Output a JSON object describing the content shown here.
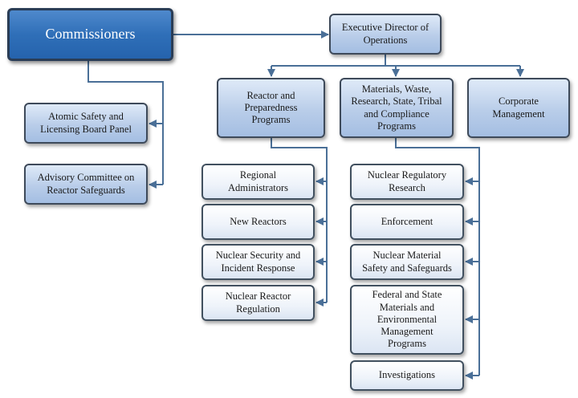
{
  "nodes": {
    "commissioners": "Commissioners",
    "edo": "Executive Director of\nOperations",
    "aslbp": "Atomic Safety and\nLicensing Board Panel",
    "acrs": "Advisory Committee on\nReactor Safeguards",
    "reactor": "Reactor and\nPreparedness\nPrograms",
    "materials": "Materials, Waste,\nResearch, State, Tribal\nand Compliance\nPrograms",
    "corporate": "Corporate\nManagement",
    "regional": "Regional\nAdministrators",
    "new_reactors": "New Reactors",
    "nsir": "Nuclear Security and\nIncident Response",
    "nrr": "Nuclear Reactor\nRegulation",
    "research": "Nuclear Regulatory\nResearch",
    "enforcement": "Enforcement",
    "nmss": "Nuclear Material\nSafety and Safeguards",
    "fsme": "Federal and State\nMaterials and\nEnvironmental\nManagement\nPrograms",
    "investigations": "Investigations"
  },
  "colors": {
    "connector": "#4a6f97",
    "box_blue": "#b9cde9",
    "box_dark": "#2f6fb8"
  }
}
